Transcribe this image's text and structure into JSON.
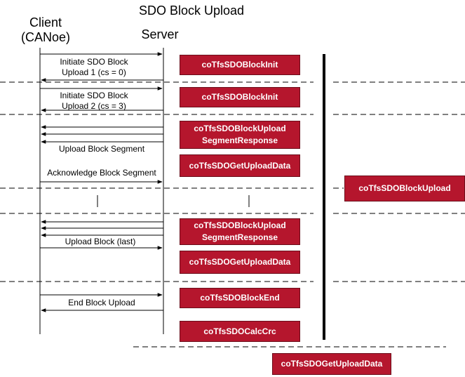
{
  "diagram": {
    "title": "SDO Block Upload",
    "client_label_line1": "Client",
    "client_label_line2": "(CANoe)",
    "server_label": "Server"
  },
  "messages": {
    "initiate_1_line1": "Initiate SDO Block",
    "initiate_1_line2": "Upload 1 (cs = 0)",
    "initiate_2_line1": "Initiate SDO Block",
    "initiate_2_line2": "Upload 2 (cs = 3)",
    "upload_block_segment": "Upload Block Segment",
    "acknowledge_block_segment": "Acknowledge Block Segment",
    "upload_block_last": "Upload Block (last)",
    "end_block_upload": "End Block Upload"
  },
  "functions": {
    "block_init_1": "coTfsSDOBlockInit",
    "block_init_2": "coTfsSDOBlockInit",
    "segment_response_1_line1": "coTfsSDOBlockUpload",
    "segment_response_1_line2": "SegmentResponse",
    "get_upload_data_1": "coTfsSDOGetUploadData",
    "segment_response_2_line1": "coTfsSDOBlockUpload",
    "segment_response_2_line2": "SegmentResponse",
    "get_upload_data_2": "coTfsSDOGetUploadData",
    "block_end": "coTfsSDOBlockEnd",
    "calc_crc": "coTfsSDOCalcCrc",
    "block_upload": "coTfsSDOBlockUpload",
    "get_upload_data_bottom": "coTfsSDOGetUploadData"
  },
  "colors": {
    "function_box": "#b5162d",
    "lines": "#000000",
    "separators": "#000000"
  }
}
